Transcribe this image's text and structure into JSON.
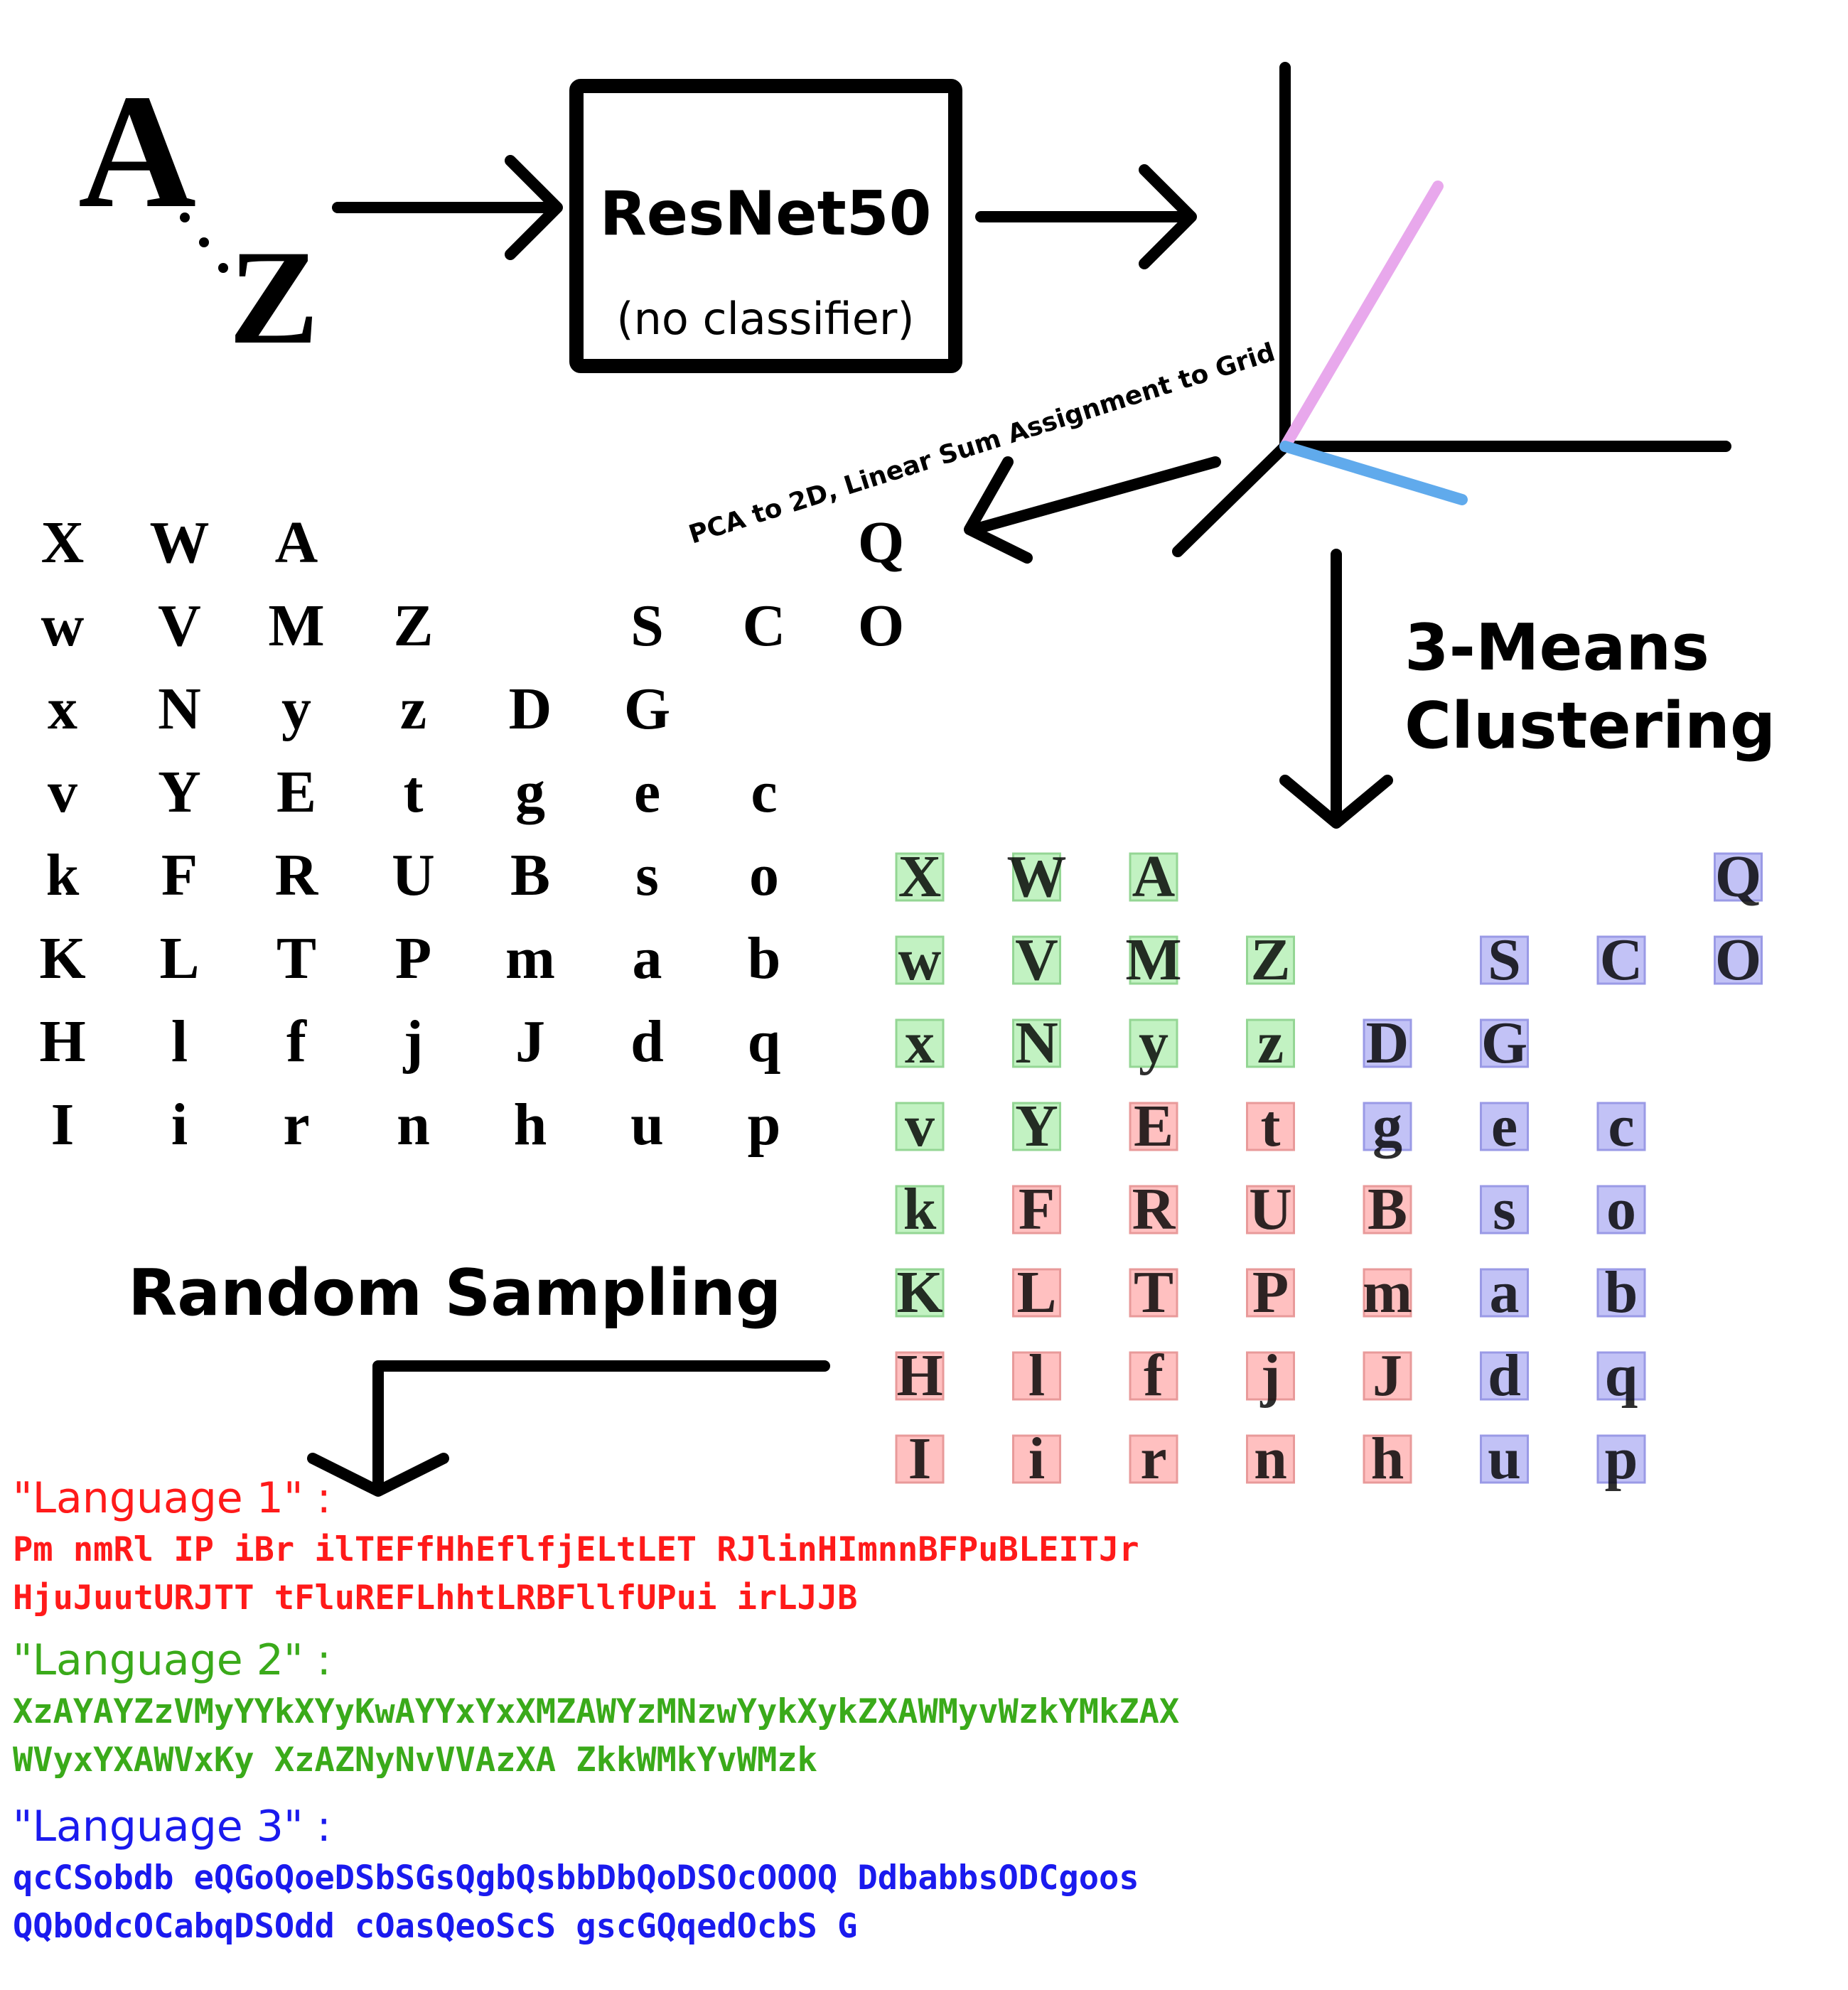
{
  "input_letters": {
    "start": "A",
    "end": "Z"
  },
  "model": {
    "name": "ResNet50",
    "note": "(no classifier)"
  },
  "edge_labels": {
    "pca": "PCA to 2D, Linear Sum Assignment to Grid",
    "kmeans_line1": "3-Means",
    "kmeans_line2": "Clustering",
    "sampling": "Random Sampling"
  },
  "grid": {
    "rows": [
      [
        "X",
        "W",
        "A",
        "",
        "",
        "",
        "",
        "Q"
      ],
      [
        "w",
        "V",
        "M",
        "Z",
        "",
        "S",
        "C",
        "O"
      ],
      [
        "x",
        "N",
        "y",
        "z",
        "D",
        "G",
        "",
        ""
      ],
      [
        "v",
        "Y",
        "E",
        "t",
        "g",
        "e",
        "c",
        ""
      ],
      [
        "k",
        "F",
        "R",
        "U",
        "B",
        "s",
        "o",
        ""
      ],
      [
        "K",
        "L",
        "T",
        "P",
        "m",
        "a",
        "b",
        ""
      ],
      [
        "H",
        "l",
        "f",
        "j",
        "J",
        "d",
        "q",
        ""
      ],
      [
        "I",
        "i",
        "r",
        "n",
        "h",
        "u",
        "p",
        ""
      ]
    ],
    "clusters": [
      [
        2,
        2,
        2,
        0,
        0,
        0,
        0,
        3
      ],
      [
        2,
        2,
        2,
        2,
        0,
        3,
        3,
        3
      ],
      [
        2,
        2,
        2,
        2,
        3,
        3,
        0,
        0
      ],
      [
        2,
        2,
        1,
        1,
        3,
        3,
        3,
        0
      ],
      [
        2,
        1,
        1,
        1,
        1,
        3,
        3,
        0
      ],
      [
        2,
        1,
        1,
        1,
        1,
        3,
        3,
        0
      ],
      [
        1,
        1,
        1,
        1,
        1,
        3,
        3,
        0
      ],
      [
        1,
        1,
        1,
        1,
        1,
        3,
        3,
        0
      ]
    ]
  },
  "cluster_colors": {
    "1": {
      "fill": "#ffc0c0",
      "stroke": "#e89a9a"
    },
    "2": {
      "fill": "#c2f2c2",
      "stroke": "#94d694"
    },
    "3": {
      "fill": "#c2c2f6",
      "stroke": "#9a9ae6"
    }
  },
  "axis_colors": {
    "pink": "#e8a8ec",
    "blue": "#60aaec"
  },
  "languages": [
    {
      "label": "\"Language 1\" :",
      "color": "#ff1a1a",
      "lines": [
        "Pm nmRl IP iBr ilTEFfHhEflfjELtLET RJlinHImnnBFPuBLEITJr",
        "HjuJuutURJTT tFluREFLhhtLRBFllfUPui irLJJB"
      ]
    },
    {
      "label": "\"Language 2\" :",
      "color": "#3aaa1a",
      "lines": [
        "XzAYAYZzVMyYYkXYyKwAYYxYxXMZAWYzMNzwYykXykZXAWMyvWzkYMkZAX",
        "WVyxYXAWVxKy XzAZNyNvVVAzXA ZkkWMkYvWMzk"
      ]
    },
    {
      "label": "\"Language 3\" :",
      "color": "#1a1aee",
      "lines": [
        "qcCSobdb eQGoQoeDSbSGsQgbQsbbDbQoDSOcOOOQ DdbabbsODCgoos",
        "QQbOdcOCabqDSOdd cOasQeoScS gscGQqedOcbS G"
      ]
    }
  ]
}
